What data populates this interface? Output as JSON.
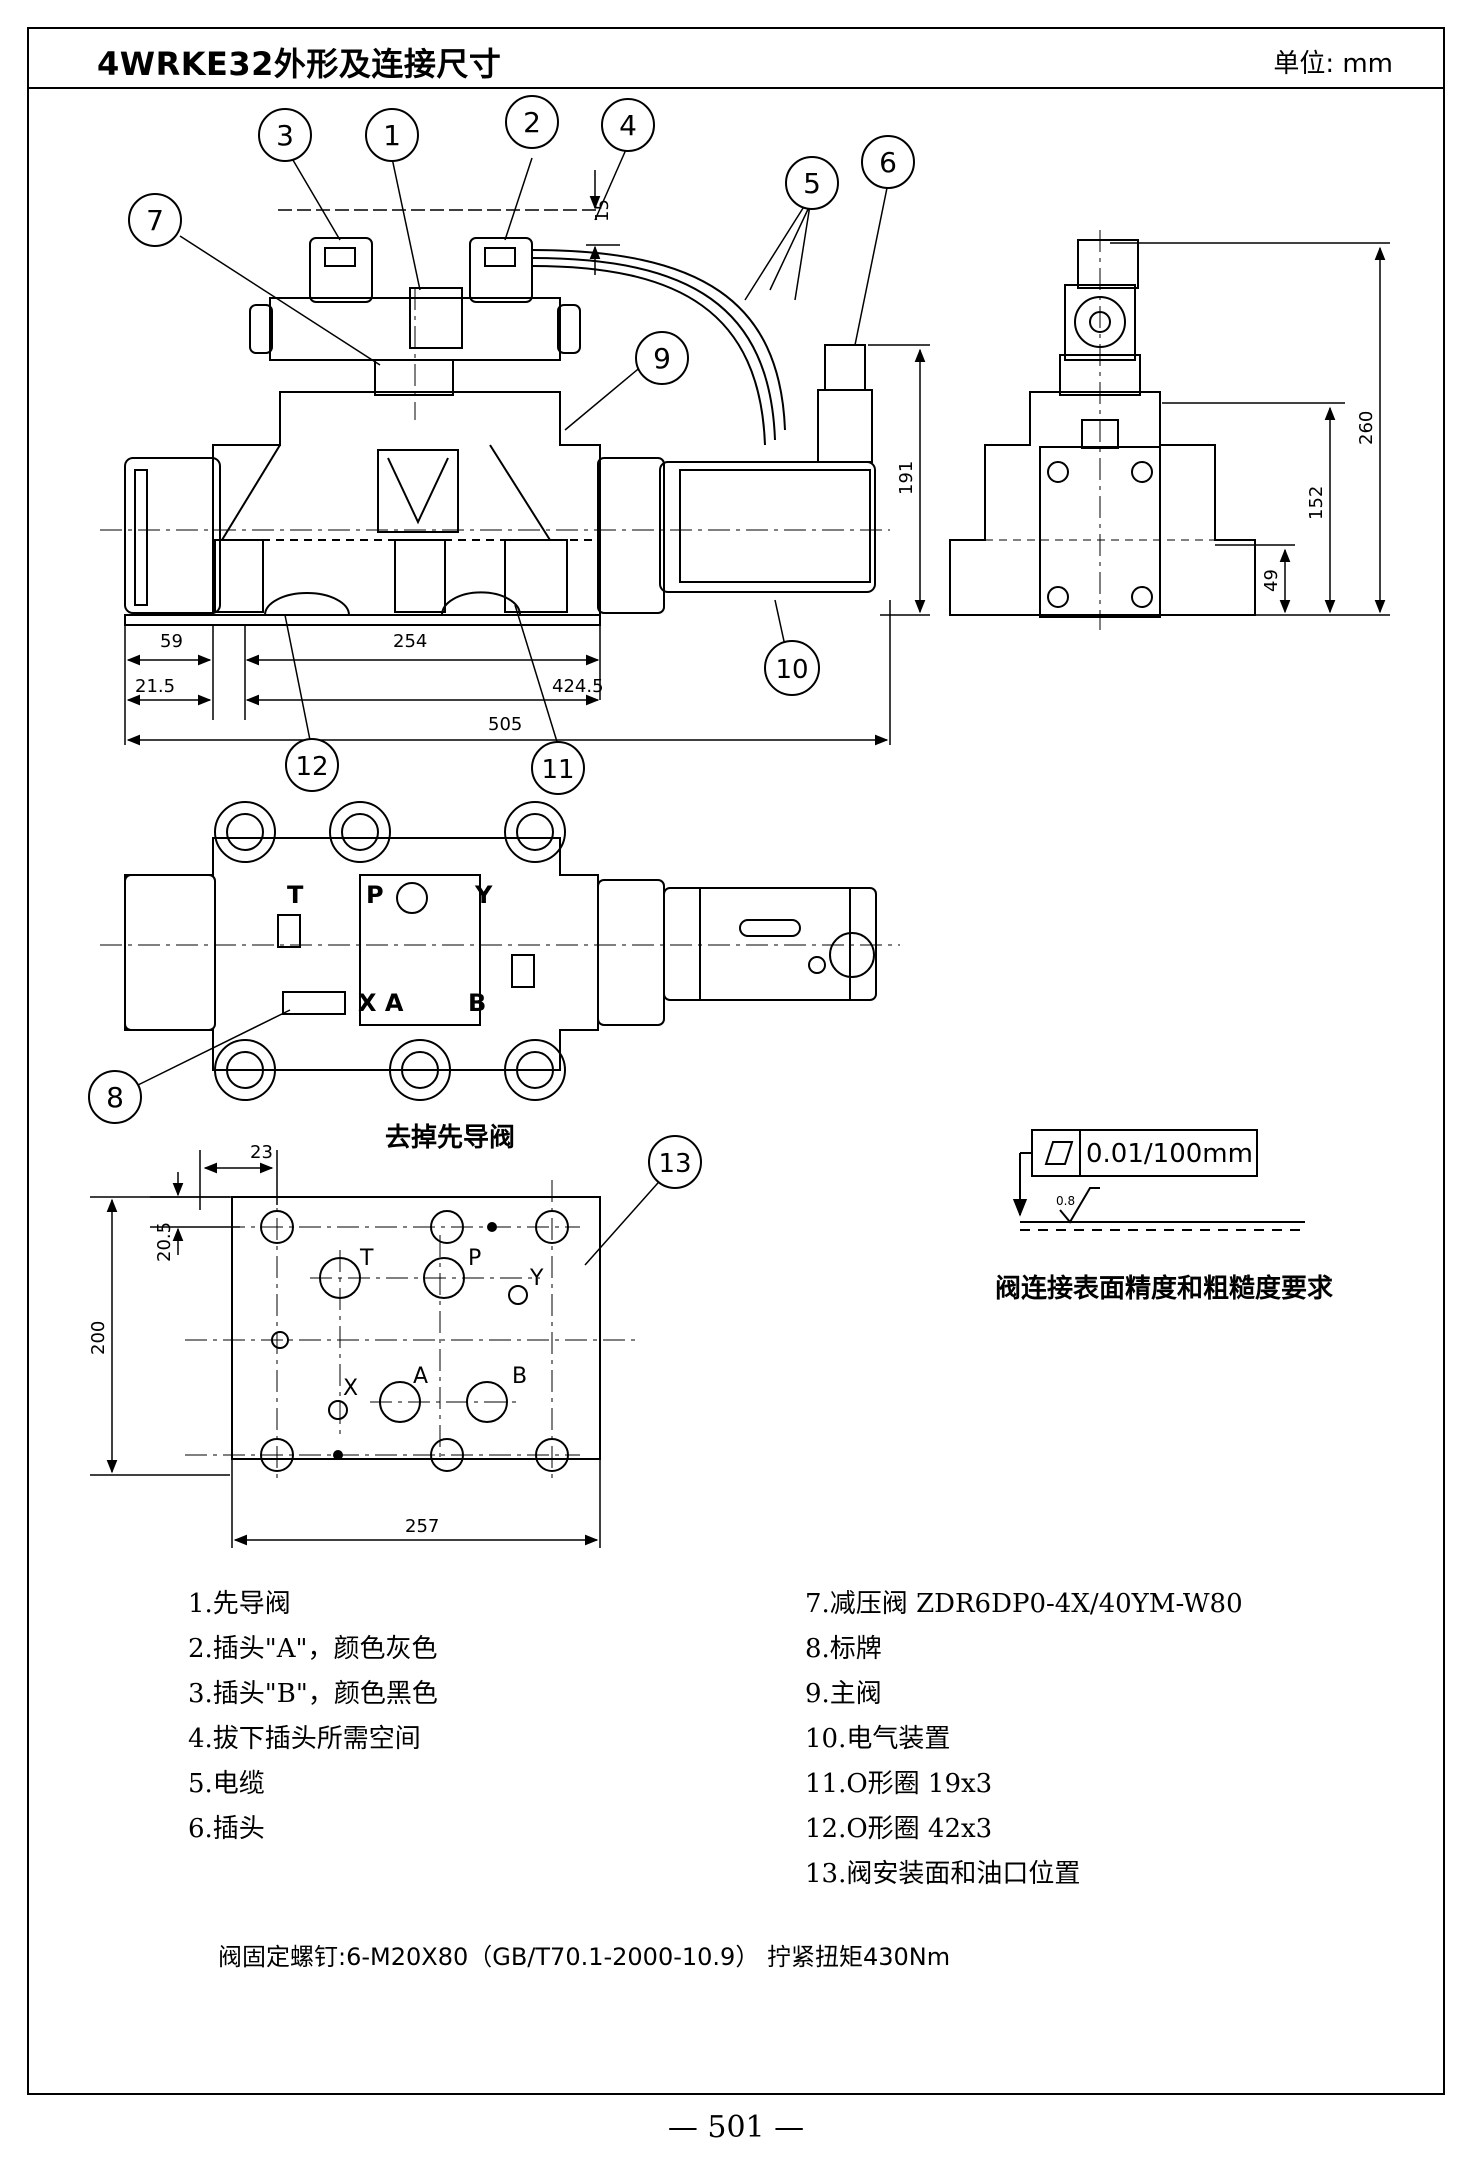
{
  "header": {
    "title": "4WRKE32外形及连接尺寸",
    "unit": "单位: mm"
  },
  "balloons": [
    "1",
    "2",
    "3",
    "4",
    "5",
    "6",
    "7",
    "8",
    "9",
    "10",
    "11",
    "12",
    "13"
  ],
  "dimensions": {
    "d15": "15",
    "d191": "191",
    "d59": "59",
    "d254": "254",
    "d21_5": "21.5",
    "d424_5": "424.5",
    "d505": "505",
    "d260": "260",
    "d152": "152",
    "d49": "49",
    "d23": "23",
    "d20_5": "20.5",
    "d200": "200",
    "d257": "257"
  },
  "ports": {
    "T": "T",
    "P": "P",
    "Y": "Y",
    "X": "X",
    "A": "A",
    "B": "B"
  },
  "topview_labels": {
    "t": "T",
    "p": "P",
    "y": "Y",
    "xa": "X A",
    "b": "B"
  },
  "captions": {
    "remove_pilot": "去掉先导阀",
    "surface_req": "阀连接表面精度和粗糙度要求"
  },
  "flatness": {
    "value": "0.01/100mm",
    "roughness": "0.8"
  },
  "legend_left": [
    "1.先导阀",
    "2.插头\"A\"，颜色灰色",
    "3.插头\"B\"，颜色黑色",
    "4.拔下插头所需空间",
    "5.电缆",
    "6.插头"
  ],
  "legend_right": [
    "7.减压阀 ZDR6DP0-4X/40YM-W80",
    "8.标牌",
    "9.主阀",
    "10.电气装置",
    "11.O形圈 19x3",
    "12.O形圈 42x3",
    "13.阀安装面和油口位置"
  ],
  "note": "阀固定螺钉:6-M20X80（GB/T70.1-2000-10.9） 拧紧扭矩430Nm",
  "page_number": "— 501 —"
}
